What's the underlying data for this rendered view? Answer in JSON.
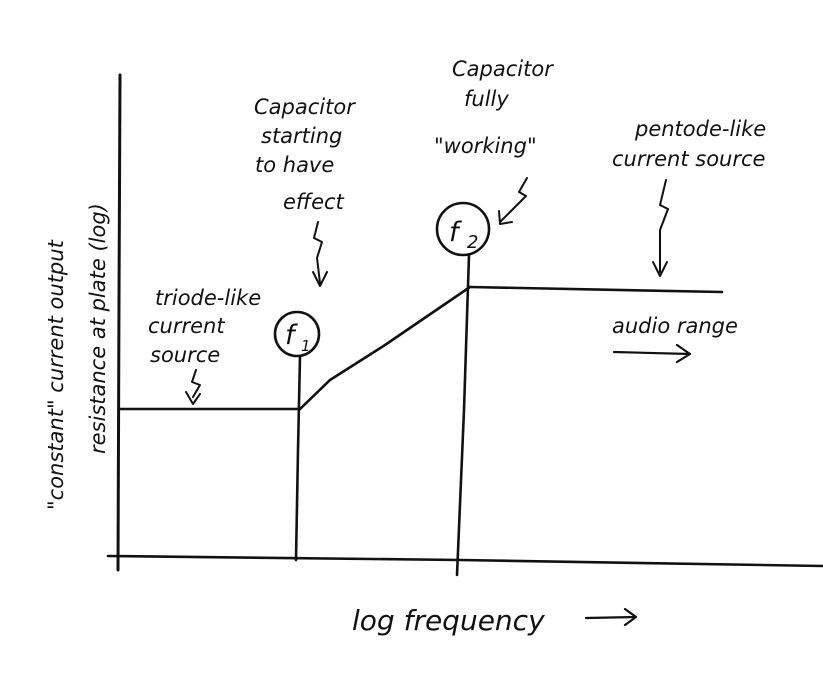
{
  "diagram": {
    "y_axis_label_outer": "\"constant\" current output",
    "y_axis_label_inner": "resistance at plate (log)",
    "x_axis_label": "log frequency",
    "annotations": {
      "triode": [
        "triode-like",
        "current",
        "source"
      ],
      "cap_start": [
        "Capacitor",
        "starting",
        "to have",
        "effect"
      ],
      "cap_full": [
        "Capacitor",
        "fully",
        "\"working\""
      ],
      "pentode": [
        "pentode-like",
        "current source"
      ],
      "audio_range": "audio range"
    },
    "markers": {
      "f1": {
        "letter": "f",
        "subscript": "1"
      },
      "f2": {
        "letter": "f",
        "subscript": "2"
      }
    },
    "ink_color": "#111111"
  }
}
